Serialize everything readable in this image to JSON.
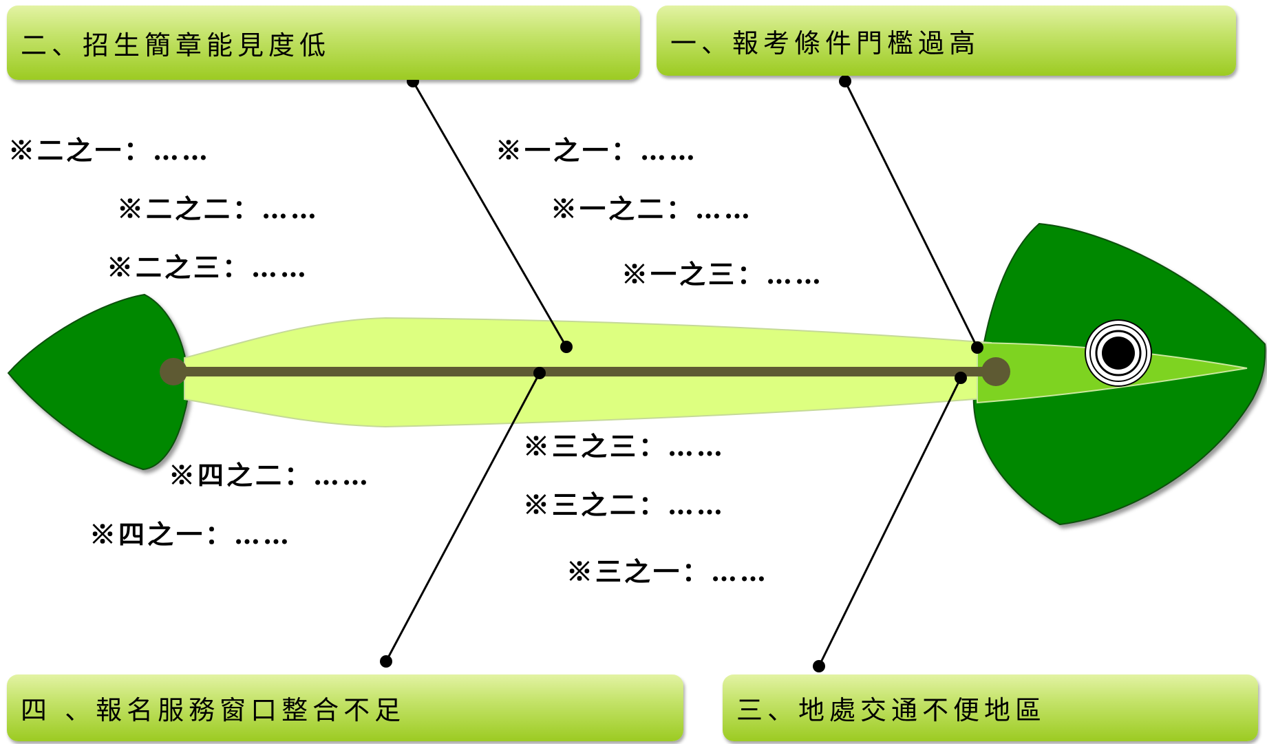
{
  "categories": {
    "one": {
      "title": "一、報考條件門檻過高",
      "items": [
        "※一之一：……",
        "※一之二：……",
        "※一之三：……"
      ]
    },
    "two": {
      "title": "二、招生簡章能見度低",
      "items": [
        "※二之一：……",
        "※二之二：……",
        "※二之三：……"
      ]
    },
    "three": {
      "title": "三、地處交通不便地區",
      "items": [
        "※三之三：……",
        "※三之二：……",
        "※三之一：……"
      ]
    },
    "four": {
      "title": "四 、報名服務窗口整合不足",
      "items": [
        "※四之二：……",
        "※四之一：……"
      ]
    }
  },
  "colors": {
    "fin": "#008800",
    "body": "#ddff80",
    "spine": "#5e5a33",
    "box_top": "#e3f3a4",
    "box_bottom": "#9ccb22"
  }
}
